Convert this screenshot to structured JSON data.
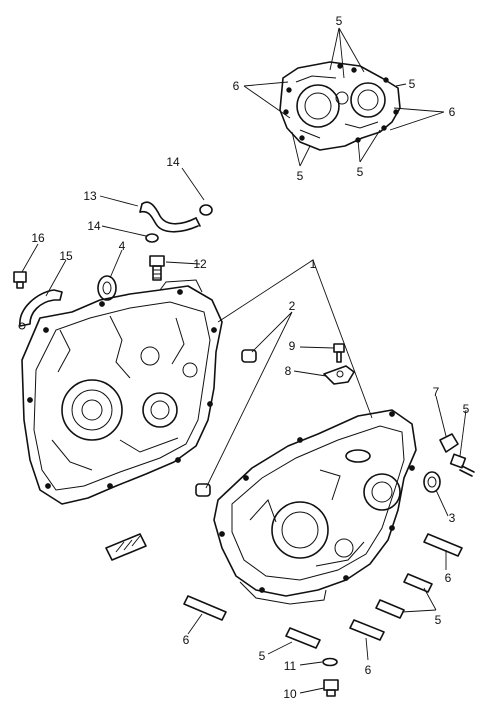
{
  "diagram": {
    "callouts": [
      {
        "id": "c1",
        "text": "1"
      },
      {
        "id": "c2",
        "text": "2"
      },
      {
        "id": "c3",
        "text": "3"
      },
      {
        "id": "c4",
        "text": "4"
      },
      {
        "id": "c5a",
        "text": "5"
      },
      {
        "id": "c5b",
        "text": "5"
      },
      {
        "id": "c5c",
        "text": "5"
      },
      {
        "id": "c5d",
        "text": "5"
      },
      {
        "id": "c5e",
        "text": "5"
      },
      {
        "id": "c5f",
        "text": "5"
      },
      {
        "id": "c5g",
        "text": "5"
      },
      {
        "id": "c6a",
        "text": "6"
      },
      {
        "id": "c6b",
        "text": "6"
      },
      {
        "id": "c6c",
        "text": "6"
      },
      {
        "id": "c6d",
        "text": "6"
      },
      {
        "id": "c6e",
        "text": "6"
      },
      {
        "id": "c7",
        "text": "7"
      },
      {
        "id": "c8",
        "text": "8"
      },
      {
        "id": "c9",
        "text": "9"
      },
      {
        "id": "c10",
        "text": "10"
      },
      {
        "id": "c11",
        "text": "11"
      },
      {
        "id": "c12",
        "text": "12"
      },
      {
        "id": "c13",
        "text": "13"
      },
      {
        "id": "c14a",
        "text": "14"
      },
      {
        "id": "c14b",
        "text": "14"
      },
      {
        "id": "c15",
        "text": "15"
      },
      {
        "id": "c16",
        "text": "16"
      }
    ]
  }
}
